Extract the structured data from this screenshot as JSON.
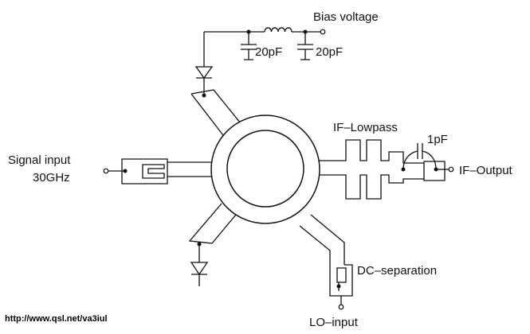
{
  "labels": {
    "bias_voltage": "Bias voltage",
    "cap1": "20pF",
    "cap2": "20pF",
    "signal_input_line1": "Signal input",
    "signal_input_line2": "30GHz",
    "if_lowpass": "IF–Lowpass",
    "cap_1pf": "1pF",
    "if_output": "IF–Output",
    "dc_separation": "DC–separation",
    "lo_input": "LO–input",
    "source_url": "http://www.qsl.net/va3iul"
  }
}
